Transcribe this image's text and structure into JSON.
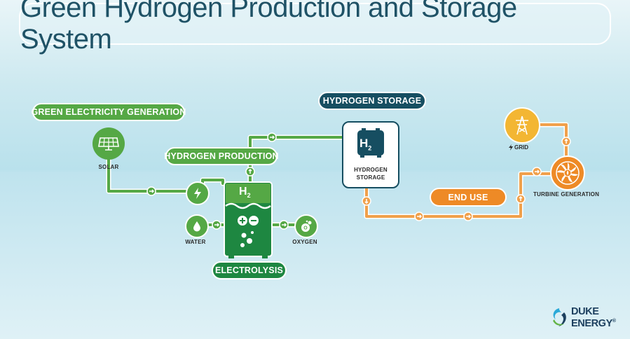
{
  "title": "Green Hydrogen Production and Storage System",
  "sections": {
    "green_electricity": "GREEN ELECTRICITY GENERATION",
    "hydrogen_production": "HYDROGEN PRODUCTION",
    "hydrogen_storage": "HYDROGEN STORAGE",
    "electrolysis": "ELECTROLYSIS",
    "end_use": "END USE"
  },
  "labels": {
    "solar": "SOLAR",
    "water": "WATER",
    "oxygen": "OXYGEN",
    "storage_line1": "HYDROGEN",
    "storage_line2": "STORAGE",
    "grid": "GRID",
    "turbine": "TURBINE GENERATION"
  },
  "symbols": {
    "h2": "H",
    "h2_sub": "2",
    "oxygen_symbol": "O",
    "oxygen_sub": "2"
  },
  "logo": {
    "line1": "DUKE",
    "line2": "ENERGY",
    "mark": "®"
  },
  "colors": {
    "green": "#55a845",
    "dark_green": "#1e8741",
    "navy": "#164e61",
    "orange": "#ee8a26",
    "yellow": "#f3b633",
    "orange_line": "#f0a04b"
  },
  "icons": [
    "solar-panel-icon",
    "lightning-icon",
    "water-drop-icon",
    "oxygen-bubble-icon",
    "h2-tank-icon",
    "power-tower-icon",
    "turbine-icon",
    "lightning-small-icon",
    "duke-energy-logo-icon"
  ]
}
